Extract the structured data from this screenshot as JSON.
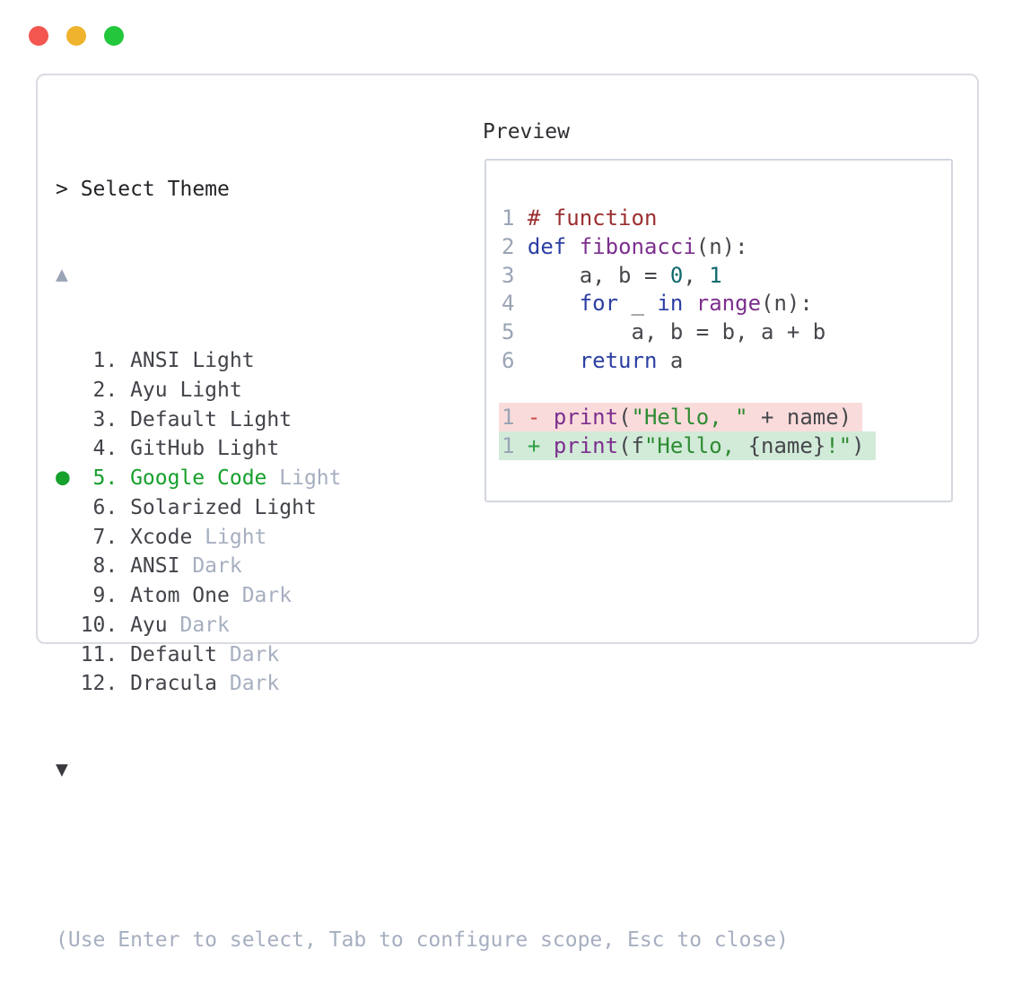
{
  "window": {
    "traffic_lights": [
      {
        "name": "close",
        "color": "#f2564f"
      },
      {
        "name": "minimize",
        "color": "#f0b32e"
      },
      {
        "name": "zoom",
        "color": "#24c73c"
      }
    ]
  },
  "theme_selector": {
    "prompt": "> Select Theme",
    "scroll_up_indicator": "▲",
    "scroll_down_indicator": "▼",
    "selected_bullet": "●",
    "items": [
      {
        "number": 1,
        "name": "ANSI",
        "variant": "Light",
        "variant_muted": false,
        "selected": false
      },
      {
        "number": 2,
        "name": "Ayu",
        "variant": "Light",
        "variant_muted": false,
        "selected": false
      },
      {
        "number": 3,
        "name": "Default",
        "variant": "Light",
        "variant_muted": false,
        "selected": false
      },
      {
        "number": 4,
        "name": "GitHub",
        "variant": "Light",
        "variant_muted": false,
        "selected": false
      },
      {
        "number": 5,
        "name": "Google Code",
        "variant": "Light",
        "variant_muted": true,
        "selected": true
      },
      {
        "number": 6,
        "name": "Solarized",
        "variant": "Light",
        "variant_muted": false,
        "selected": false
      },
      {
        "number": 7,
        "name": "Xcode",
        "variant": "Light",
        "variant_muted": true,
        "selected": false
      },
      {
        "number": 8,
        "name": "ANSI",
        "variant": "Dark",
        "variant_muted": true,
        "selected": false
      },
      {
        "number": 9,
        "name": "Atom One",
        "variant": "Dark",
        "variant_muted": true,
        "selected": false
      },
      {
        "number": 10,
        "name": "Ayu",
        "variant": "Dark",
        "variant_muted": true,
        "selected": false
      },
      {
        "number": 11,
        "name": "Default",
        "variant": "Dark",
        "variant_muted": true,
        "selected": false
      },
      {
        "number": 12,
        "name": "Dracula",
        "variant": "Dark",
        "variant_muted": true,
        "selected": false
      }
    ],
    "footer_hint": "(Use Enter to select, Tab to configure scope, Esc to close)"
  },
  "preview": {
    "label": "Preview",
    "code_lines": [
      {
        "number": "1",
        "diff": null,
        "segments": [
          {
            "t": "# function",
            "c": "cm"
          }
        ]
      },
      {
        "number": "2",
        "diff": null,
        "segments": [
          {
            "t": "def",
            "c": "kw"
          },
          {
            "t": " ",
            "c": "pl"
          },
          {
            "t": "fibonacci",
            "c": "fn"
          },
          {
            "t": "(n):",
            "c": "pl"
          }
        ]
      },
      {
        "number": "3",
        "diff": null,
        "segments": [
          {
            "t": "    a, b = ",
            "c": "pl"
          },
          {
            "t": "0",
            "c": "num"
          },
          {
            "t": ", ",
            "c": "pl"
          },
          {
            "t": "1",
            "c": "num"
          }
        ]
      },
      {
        "number": "4",
        "diff": null,
        "segments": [
          {
            "t": "    ",
            "c": "pl"
          },
          {
            "t": "for",
            "c": "kw"
          },
          {
            "t": " _ ",
            "c": "pl"
          },
          {
            "t": "in",
            "c": "kw"
          },
          {
            "t": " ",
            "c": "pl"
          },
          {
            "t": "range",
            "c": "fn"
          },
          {
            "t": "(n):",
            "c": "pl"
          }
        ]
      },
      {
        "number": "5",
        "diff": null,
        "segments": [
          {
            "t": "        a, b = b, a + b",
            "c": "pl"
          }
        ]
      },
      {
        "number": "6",
        "diff": null,
        "segments": [
          {
            "t": "    ",
            "c": "pl"
          },
          {
            "t": "return",
            "c": "kw"
          },
          {
            "t": " a",
            "c": "pl"
          }
        ]
      },
      {
        "number": "",
        "diff": null,
        "segments": []
      },
      {
        "number": "1",
        "diff": "removed",
        "segments": [
          {
            "t": "- ",
            "c": "dm"
          },
          {
            "t": "print",
            "c": "fn"
          },
          {
            "t": "(",
            "c": "pl"
          },
          {
            "t": "\"Hello, \"",
            "c": "str"
          },
          {
            "t": " + name)",
            "c": "pl"
          }
        ]
      },
      {
        "number": "1",
        "diff": "added",
        "segments": [
          {
            "t": "+ ",
            "c": "dp"
          },
          {
            "t": "print",
            "c": "fn"
          },
          {
            "t": "(f",
            "c": "pl"
          },
          {
            "t": "\"Hello, ",
            "c": "str"
          },
          {
            "t": "{name}",
            "c": "pl"
          },
          {
            "t": "!\"",
            "c": "str"
          },
          {
            "t": ")",
            "c": "pl"
          }
        ]
      }
    ],
    "colors": {
      "selected_green": "#16a02c",
      "muted_gray": "#a6afc0",
      "comment": "#9b2f2f",
      "keyword": "#2c3fa3",
      "function_name": "#7c2f8e",
      "number_literal": "#11696e",
      "string": "#2e8b32",
      "diff_removed_bg": "#fadbdb",
      "diff_added_bg": "#d2ebd9"
    }
  }
}
